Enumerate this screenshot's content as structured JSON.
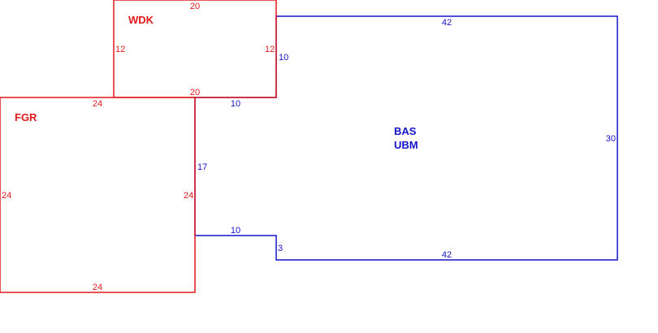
{
  "colors": {
    "red": "#e0191b",
    "blue": "#1414c8",
    "background": "#ffffff"
  },
  "areas": {
    "wdk": {
      "label": "WDK",
      "dims": {
        "top": "20",
        "left": "12",
        "right": "12",
        "bottom": "20"
      }
    },
    "fgr": {
      "label": "FGR",
      "dims": {
        "top": "24",
        "left": "24",
        "right": "24",
        "bottom": "24"
      }
    },
    "bas": {
      "label_1": "BAS",
      "label_2": "UBM",
      "dims": {
        "top": "42",
        "right": "30",
        "bottom": "42",
        "step_upper_vertical": "10",
        "step_upper_horizontal": "10",
        "left": "17",
        "step_lower_horizontal": "10",
        "step_lower_vertical": "3"
      }
    }
  }
}
